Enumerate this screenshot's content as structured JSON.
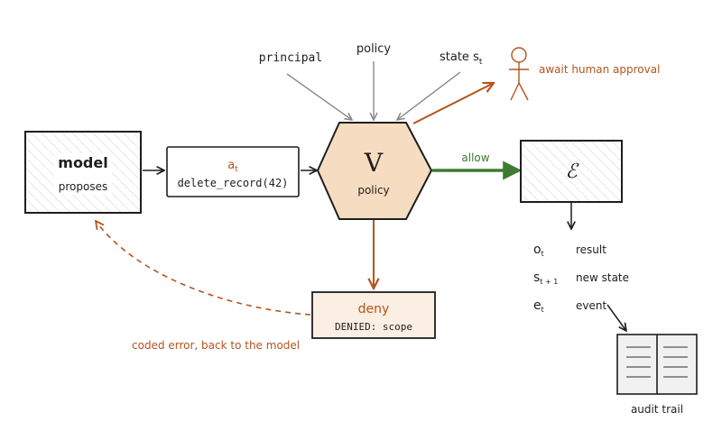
{
  "inputs": {
    "principal": "principal",
    "policy": "policy",
    "state_base": "state s",
    "state_sub": "t"
  },
  "model": {
    "title": "model",
    "subtitle": "proposes"
  },
  "action": {
    "symbol_base": "a",
    "symbol_sub": "t",
    "call": "delete_record(42)"
  },
  "validator": {
    "symbol": "V",
    "label": "policy"
  },
  "approval": {
    "label": "await human approval"
  },
  "allow": {
    "label": "allow"
  },
  "environment": {
    "symbol": "ℰ"
  },
  "outputs": [
    {
      "base": "o",
      "sub": "t",
      "label": "result"
    },
    {
      "base": "s",
      "sub": "t + 1",
      "label": "new state"
    },
    {
      "base": "e",
      "sub": "t",
      "label": "event"
    }
  ],
  "deny": {
    "title": "deny",
    "message": "DENIED: scope"
  },
  "feedback": {
    "label": "coded error, back to the model"
  },
  "audit": {
    "label": "audit trail"
  },
  "colors": {
    "ink": "#1e1e1e",
    "gray_arrow": "#8a8a8a",
    "orange": "#b5541e",
    "orange_text": "#b5541e",
    "green": "#3f7a32",
    "hex_fill": "#f6dcc0",
    "deny_fill": "#fbeee2",
    "hatch": "#d4d4d4"
  }
}
